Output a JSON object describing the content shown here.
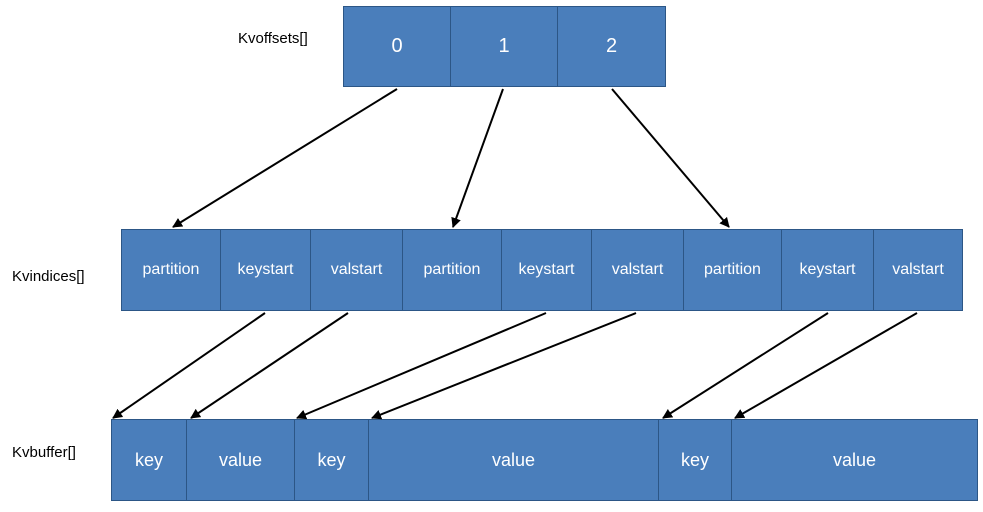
{
  "labels": {
    "offsets": "Kvoffsets[]",
    "indices": "Kvindices[]",
    "buffer": "Kvbuffer[]"
  },
  "offsets": [
    "0",
    "1",
    "2"
  ],
  "indices": [
    "partition",
    "keystart",
    "valstart",
    "partition",
    "keystart",
    "valstart",
    "partition",
    "keystart",
    "valstart"
  ],
  "buffer": [
    "key",
    "value",
    "key",
    "value",
    "key",
    "value"
  ],
  "colors": {
    "cell_fill": "#4a7ebb",
    "cell_border": "#2c5686",
    "cell_text": "#ffffff",
    "arrow": "#000000"
  }
}
